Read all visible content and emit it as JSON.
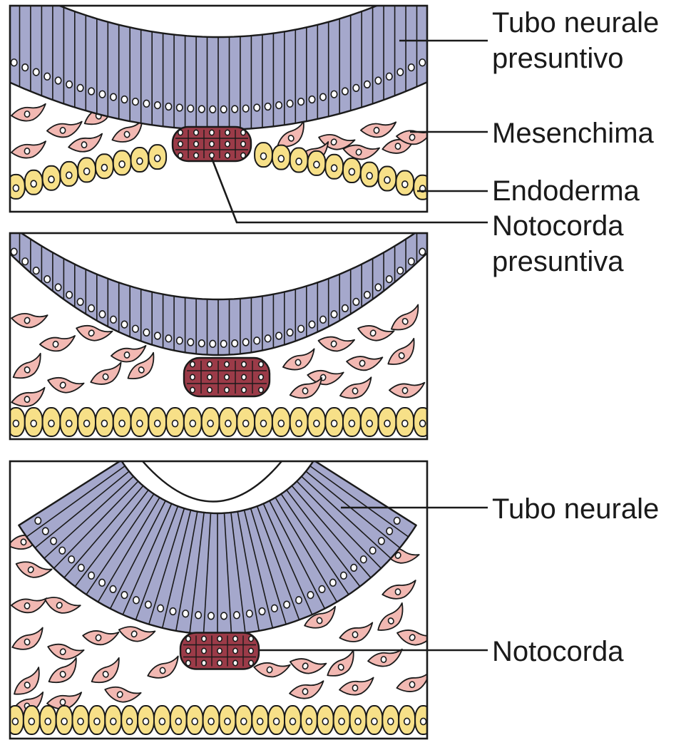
{
  "labels": {
    "presumptive_neural_tube": [
      "Tubo neurale",
      "presuntivo"
    ],
    "mesenchyme": "Mesenchima",
    "endoderm": "Endoderma",
    "presumptive_notochord": [
      "Notocorda",
      "presuntiva"
    ],
    "neural_tube": "Tubo neurale",
    "notochord": "Notocorda"
  },
  "colors": {
    "neural_tissue": "#a5a8cc",
    "mesenchyme_cell": "#f2b8b2",
    "endoderm_cell": "#f7e088",
    "notochord_cell": "#9b3b48",
    "outline": "#1a1a1a",
    "background": "#ffffff"
  },
  "panels": [
    {
      "stage": "presumptive"
    },
    {
      "stage": "intermediate"
    },
    {
      "stage": "formed"
    }
  ]
}
